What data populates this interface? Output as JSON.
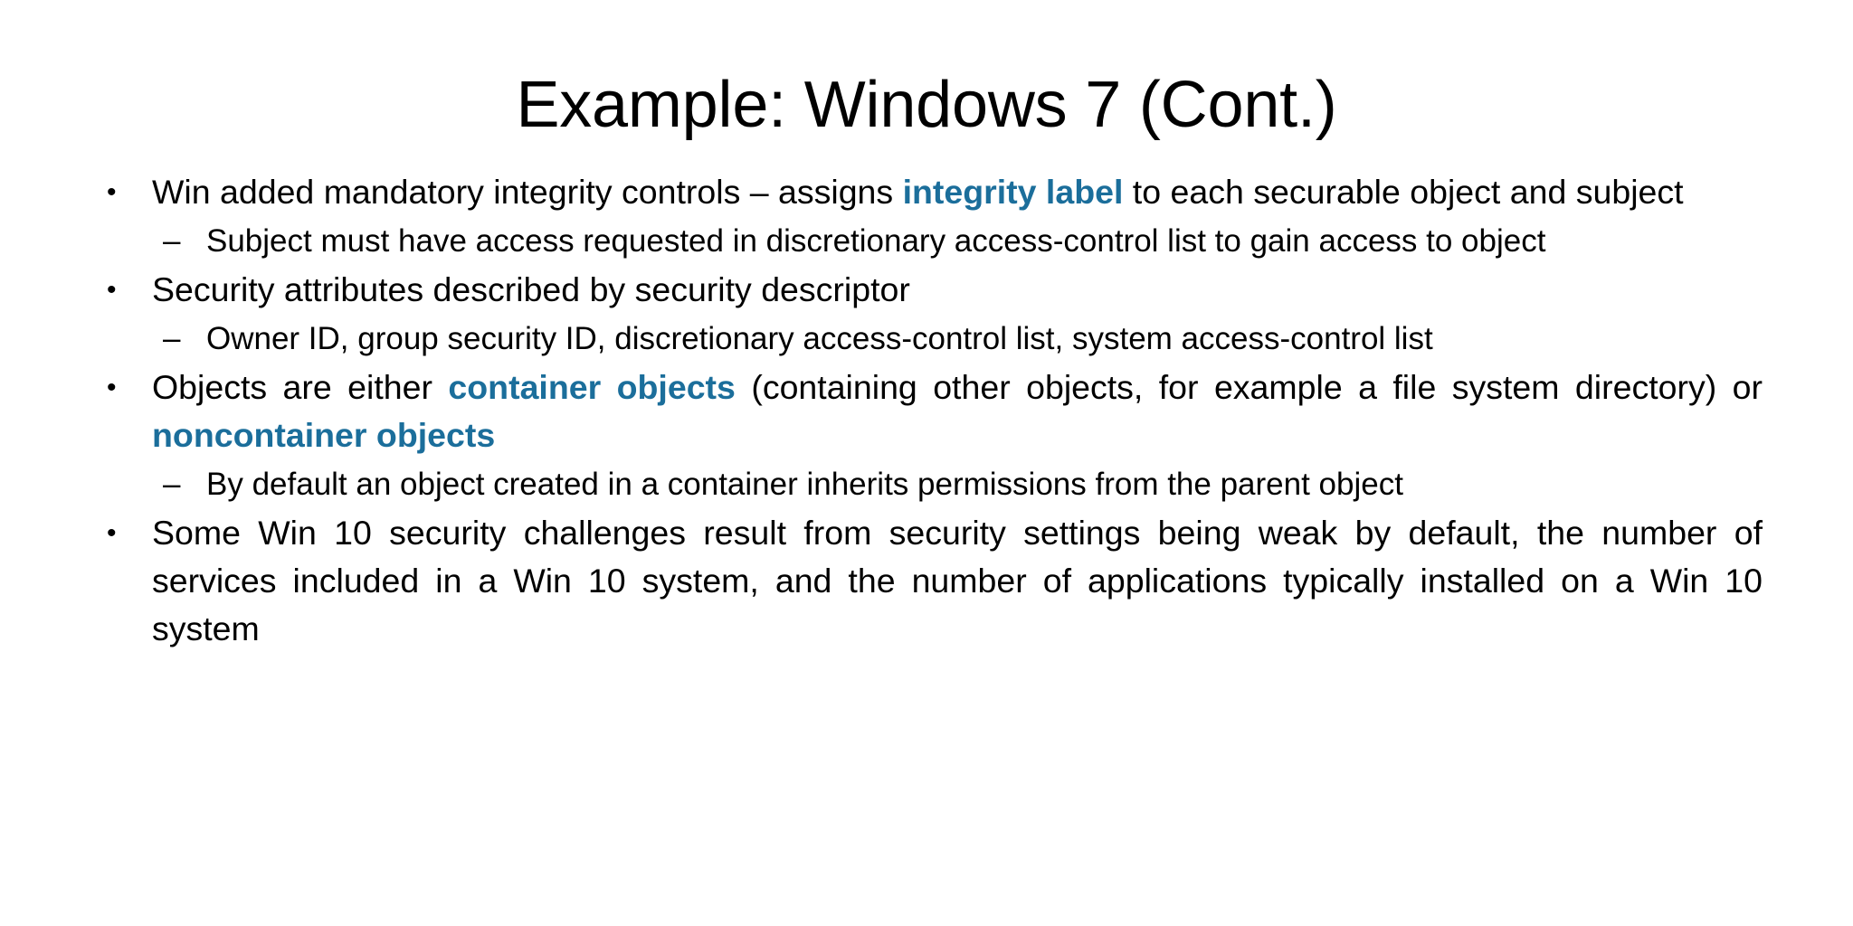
{
  "slide": {
    "title": "Example: Windows 7 (Cont.)",
    "background_color": "#ffffff",
    "text_color": "#000000",
    "highlight_color": "#1b6e9b",
    "bullet_marker_level1": "•",
    "bullet_marker_level2": "–"
  },
  "content": {
    "items": [
      {
        "level": 1,
        "id": "integrity-controls",
        "segments": [
          {
            "text": "Win added mandatory integrity controls – assigns ",
            "style": "normal"
          },
          {
            "text": "integrity label",
            "style": "highlight"
          },
          {
            "text": " to each securable object and subject",
            "style": "normal"
          }
        ],
        "plain": "Win added mandatory integrity controls – assigns integrity label to each securable object and subject"
      },
      {
        "level": 2,
        "id": "subject-access-request",
        "segments": [
          {
            "text": "Subject must have access requested in discretionary access-control list to gain access to object",
            "style": "normal"
          }
        ],
        "plain": "Subject must have access requested in discretionary access-control list to gain access to object"
      },
      {
        "level": 1,
        "id": "security-descriptor",
        "segments": [
          {
            "text": "Security attributes described by security descriptor",
            "style": "normal"
          }
        ],
        "plain": "Security attributes described by security descriptor"
      },
      {
        "level": 2,
        "id": "descriptor-fields",
        "segments": [
          {
            "text": "Owner ID, group security ID, discretionary access-control list, system access-control list",
            "style": "normal"
          }
        ],
        "plain": "Owner ID, group security ID, discretionary access-control list, system access-control list"
      },
      {
        "level": 1,
        "id": "container-objects",
        "segments": [
          {
            "text": "Objects are either ",
            "style": "normal"
          },
          {
            "text": "container objects",
            "style": "highlight"
          },
          {
            "text": " (containing other objects, for example a file system directory) or ",
            "style": "normal"
          },
          {
            "text": "noncontainer objects",
            "style": "highlight"
          }
        ],
        "plain": "Objects are either container objects (containing other objects, for example a file system directory) or noncontainer objects"
      },
      {
        "level": 2,
        "id": "inherit-permissions",
        "segments": [
          {
            "text": "By default an object created in a container inherits permissions from the parent object",
            "style": "normal"
          }
        ],
        "plain": "By default an object created in a container inherits permissions from the parent object"
      },
      {
        "level": 1,
        "id": "win10-challenges",
        "segments": [
          {
            "text": "Some Win 10 security challenges result from security settings being weak by default, the number of services included in a Win 10 system, and the number of applications typically installed on a Win 10 system",
            "style": "normal"
          }
        ],
        "plain": "Some Win 10 security challenges result from security settings being weak by default, the number of services included in a Win 10 system, and the number of applications typically installed on a Win 10 system"
      }
    ]
  }
}
